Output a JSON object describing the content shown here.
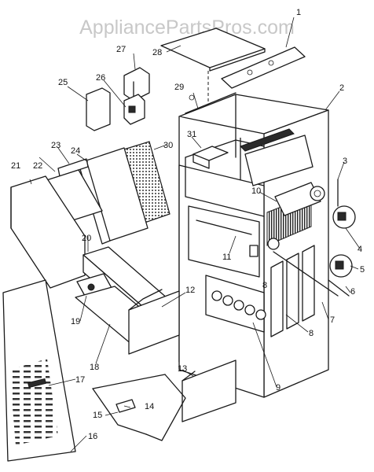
{
  "watermark": "AppliancePartsPros.com",
  "callouts": [
    "1",
    "2",
    "3",
    "4",
    "5",
    "6",
    "7",
    "8",
    "8",
    "9",
    "10",
    "11",
    "12",
    "13",
    "14",
    "15",
    "16",
    "17",
    "18",
    "19",
    "20",
    "21",
    "22",
    "23",
    "24",
    "25",
    "26",
    "27",
    "28",
    "29",
    "30",
    "31"
  ]
}
